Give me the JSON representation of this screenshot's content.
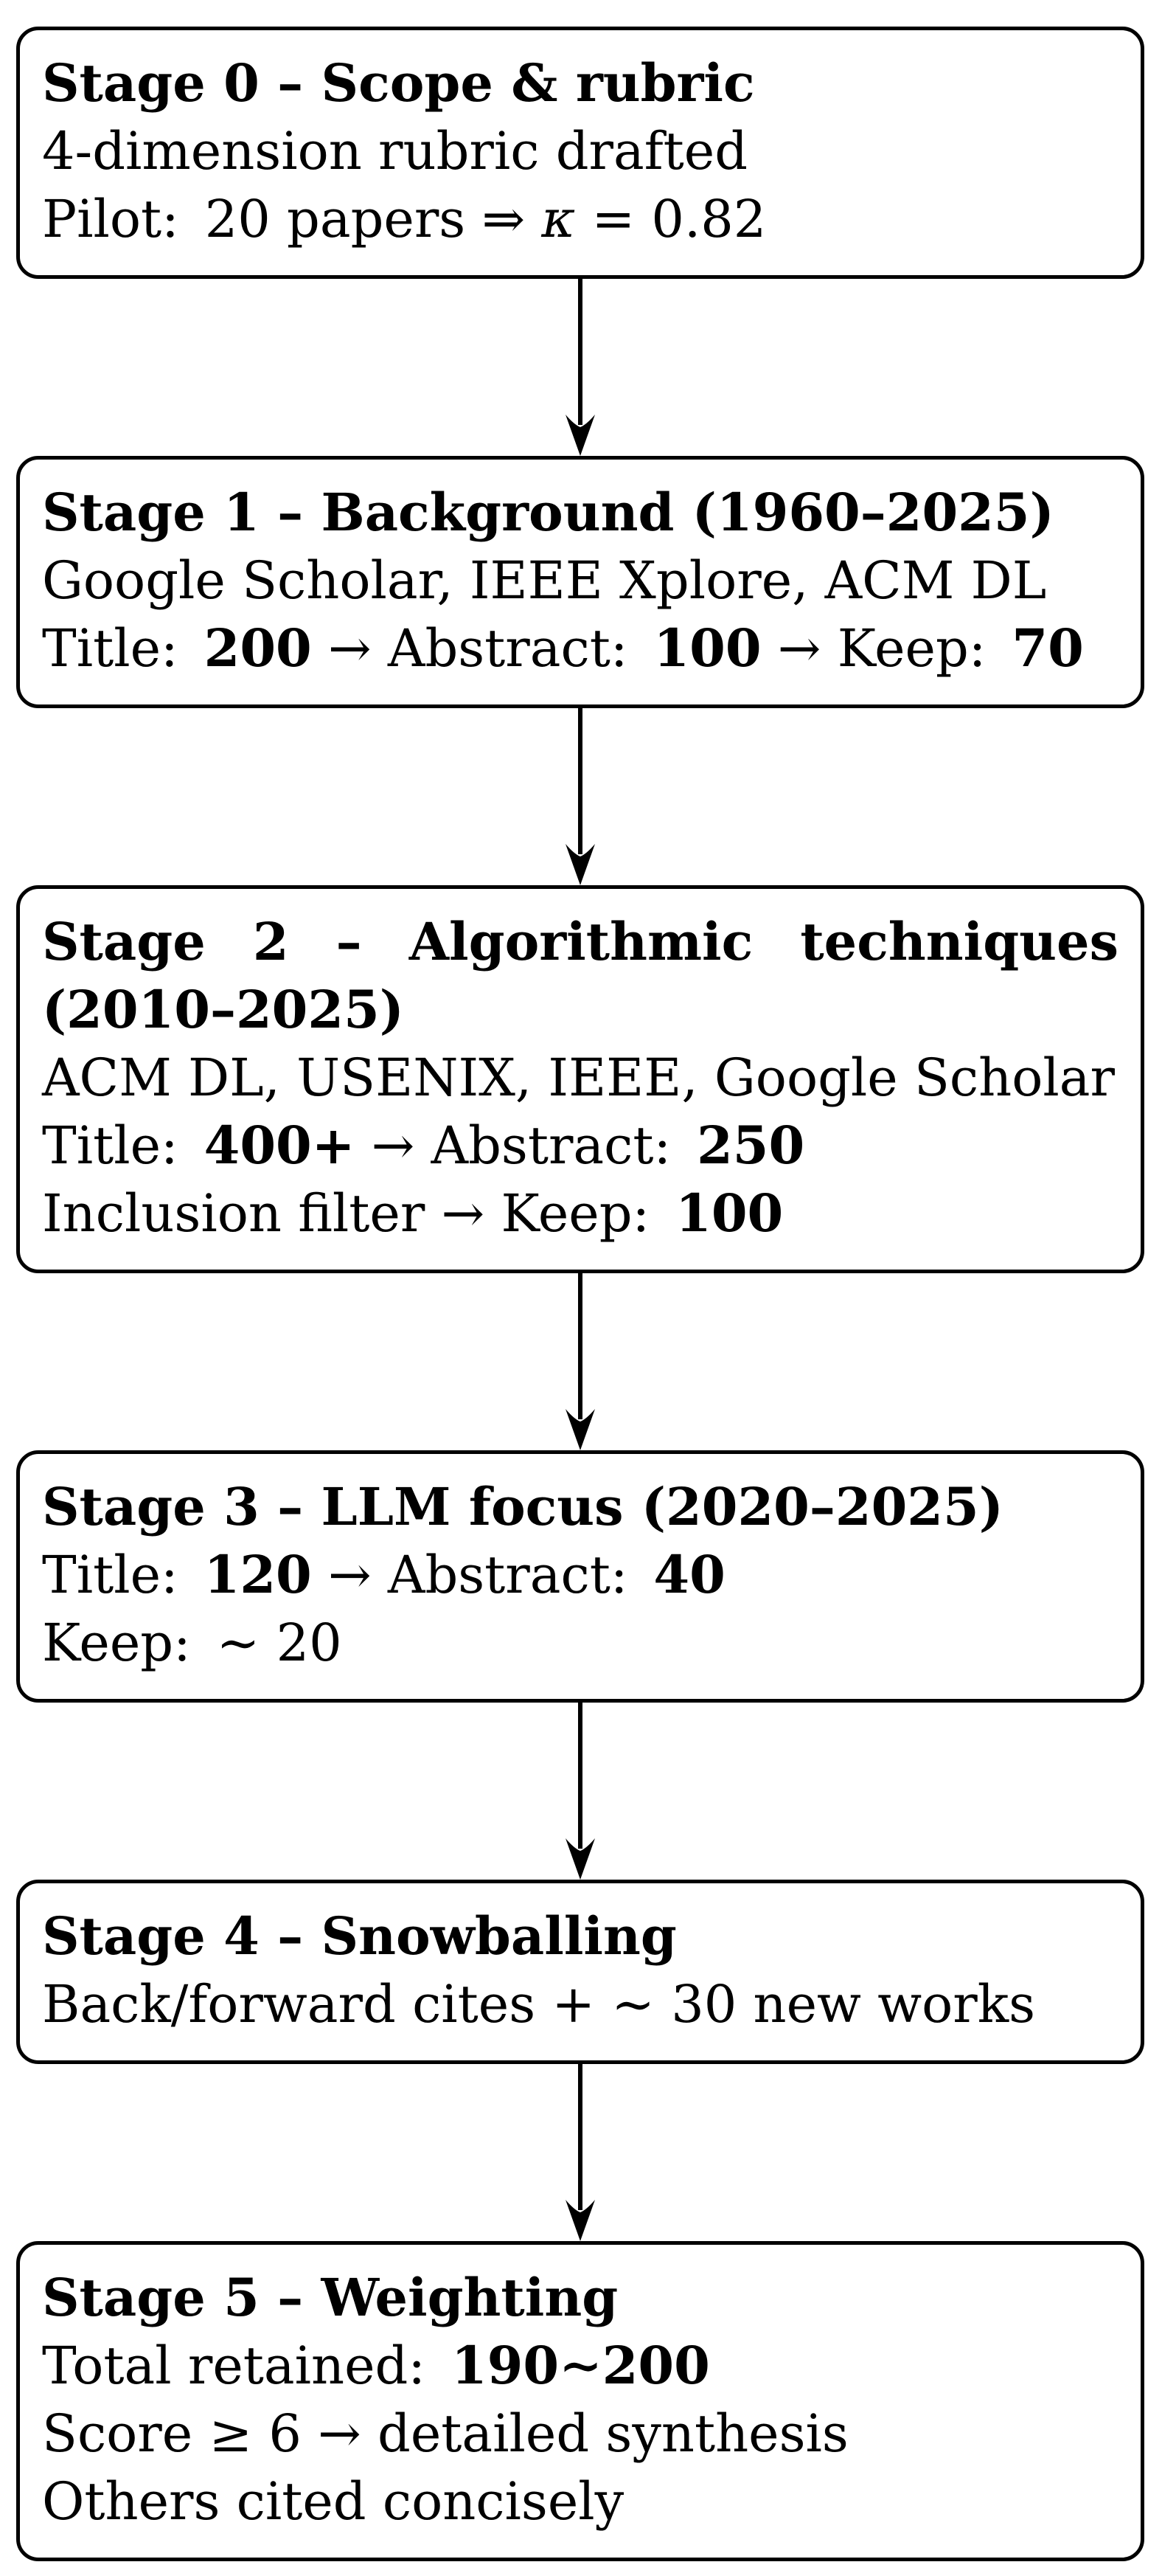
{
  "figure": {
    "background_color": "#ffffff",
    "border_color": "#000000",
    "text_color": "#000000",
    "arrow_icon": "down-arrow-icon",
    "stages": [
      {
        "name": "stage-0",
        "lines": [
          {
            "runs": [
              {
                "t": "Stage 0 – Scope & rubric",
                "b": true
              }
            ]
          },
          {
            "runs": [
              {
                "t": "4-dimension rubric drafted"
              }
            ]
          },
          {
            "runs": [
              {
                "t": "Pilot: 20 papers ⇒ "
              },
              {
                "t": "κ",
                "i": true
              },
              {
                "t": " = 0.82"
              }
            ]
          }
        ]
      },
      {
        "name": "stage-1",
        "lines": [
          {
            "runs": [
              {
                "t": "Stage 1 – Background (1960–2025)",
                "b": true
              }
            ]
          },
          {
            "runs": [
              {
                "t": "Google Scholar, IEEE Xplore, ACM DL"
              }
            ]
          },
          {
            "runs": [
              {
                "t": "Title: "
              },
              {
                "t": "200",
                "b": true
              },
              {
                "t": " → Abstract: "
              },
              {
                "t": "100",
                "b": true
              },
              {
                "t": " → Keep: "
              },
              {
                "t": "70",
                "b": true
              }
            ]
          }
        ]
      },
      {
        "name": "stage-2",
        "lines": [
          {
            "justify": true,
            "runs": [
              {
                "t": "Stage 2 – Algorithmic techniques",
                "b": true
              }
            ]
          },
          {
            "runs": [
              {
                "t": "(2010–2025)",
                "b": true
              }
            ]
          },
          {
            "runs": [
              {
                "t": "ACM DL, USENIX, IEEE, Google Scholar"
              }
            ]
          },
          {
            "runs": [
              {
                "t": "Title: "
              },
              {
                "t": "400+",
                "b": true
              },
              {
                "t": " → Abstract: "
              },
              {
                "t": "250",
                "b": true
              }
            ]
          },
          {
            "runs": [
              {
                "t": "Inclusion filter → Keep: "
              },
              {
                "t": "100",
                "b": true
              }
            ]
          }
        ]
      },
      {
        "name": "stage-3",
        "lines": [
          {
            "runs": [
              {
                "t": "Stage 3 – LLM focus (2020–2025)",
                "b": true
              }
            ]
          },
          {
            "runs": [
              {
                "t": "Title: "
              },
              {
                "t": "120",
                "b": true
              },
              {
                "t": " → Abstract: "
              },
              {
                "t": "40",
                "b": true
              }
            ]
          },
          {
            "runs": [
              {
                "t": "Keep: ∼ 20"
              }
            ]
          }
        ]
      },
      {
        "name": "stage-4",
        "lines": [
          {
            "runs": [
              {
                "t": "Stage 4 – Snowballing",
                "b": true
              }
            ]
          },
          {
            "runs": [
              {
                "t": "Back/forward cites + ∼ 30 new works"
              }
            ]
          }
        ]
      },
      {
        "name": "stage-5",
        "lines": [
          {
            "runs": [
              {
                "t": "Stage 5 – Weighting",
                "b": true
              }
            ]
          },
          {
            "runs": [
              {
                "t": "Total retained: "
              },
              {
                "t": "190∼200",
                "b": true
              }
            ]
          },
          {
            "runs": [
              {
                "t": "Score ≥ 6 → detailed synthesis"
              }
            ]
          },
          {
            "runs": [
              {
                "t": "Others cited concisely"
              }
            ]
          }
        ]
      }
    ]
  }
}
